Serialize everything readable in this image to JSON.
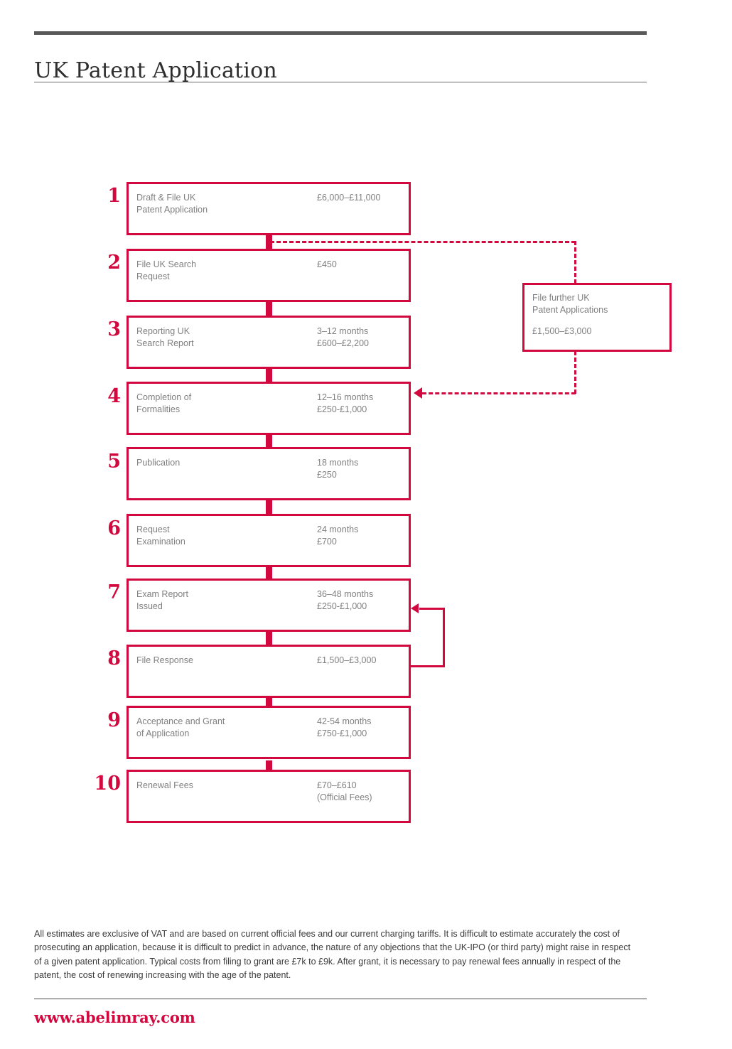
{
  "document": {
    "title": "UK Patent Application",
    "website": "www.abelimray.com",
    "disclaimer": "All estimates are exclusive of VAT and are based on current official fees and our current charging tariffs. It is difficult to estimate accurately the cost of prosecuting an application, because it is difficult to predict in advance, the nature of any objections that the UK-IPO (or third party) might raise in respect of a given patent application. Typical costs from filing to grant are £7k to £9k. After grant, it is necessary to pay renewal fees annually in respect of the patent, the cost of renewing increasing with the age of the patent."
  },
  "colors": {
    "accent": "#D1093F",
    "text_gray": "#808080",
    "rule_dark": "#595959",
    "title_text": "#2e2e2e"
  },
  "flow": {
    "steps": [
      {
        "number": "1",
        "label": "Draft & File UK\nPatent Application",
        "value": "£6,000–£11,000"
      },
      {
        "number": "2",
        "label": "File UK Search\nRequest",
        "value": "£450"
      },
      {
        "number": "3",
        "label": "Reporting  UK\nSearch Report",
        "value": "3–12 months\n£600–£2,200"
      },
      {
        "number": "4",
        "label": "Completion of\nFormalities",
        "value": "12–16 months\n£250-£1,000"
      },
      {
        "number": "5",
        "label": "Publication",
        "value": "18 months\n£250"
      },
      {
        "number": "6",
        "label": "Request\nExamination",
        "value": "24 months\n£700"
      },
      {
        "number": "7",
        "label": "Exam Report\nIssued",
        "value": "36–48 months\n£250-£1,000"
      },
      {
        "number": "8",
        "label": "File Response",
        "value": "£1,500–£3,000"
      },
      {
        "number": "9",
        "label": "Acceptance and Grant\nof Application",
        "value": "42-54 months\n£750-£1,000"
      },
      {
        "number": "10",
        "label": "Renewal Fees",
        "value": "£70–£610\n(Official Fees)"
      }
    ],
    "side_branch": {
      "label": "File further UK\nPatent Applications",
      "value": "£1,500–£3,000"
    }
  }
}
